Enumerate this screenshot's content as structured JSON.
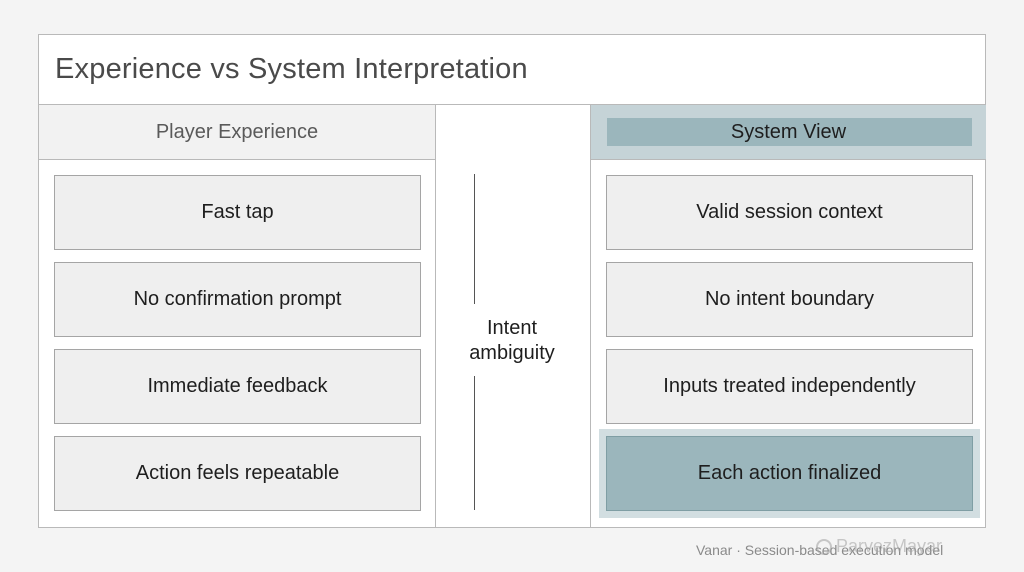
{
  "title": "Experience vs System Interpretation",
  "player": {
    "header": "Player Experience",
    "items": [
      "Fast tap",
      "No confirmation prompt",
      "Immediate feedback",
      "Action feels repeatable"
    ]
  },
  "middle": {
    "line1": "Intent",
    "line2": "ambiguity"
  },
  "system": {
    "header": "System View",
    "items": [
      "Valid session context",
      "No intent boundary",
      "Inputs treated independently",
      "Each action finalized"
    ]
  },
  "footer": "Vanar · Session-based execution model",
  "watermark": "ParvezMayar",
  "colors": {
    "accent": "#9bb6bc",
    "accent_light": "#c5d3d7",
    "box_fill": "#efefef",
    "border": "#b9b9b9"
  }
}
